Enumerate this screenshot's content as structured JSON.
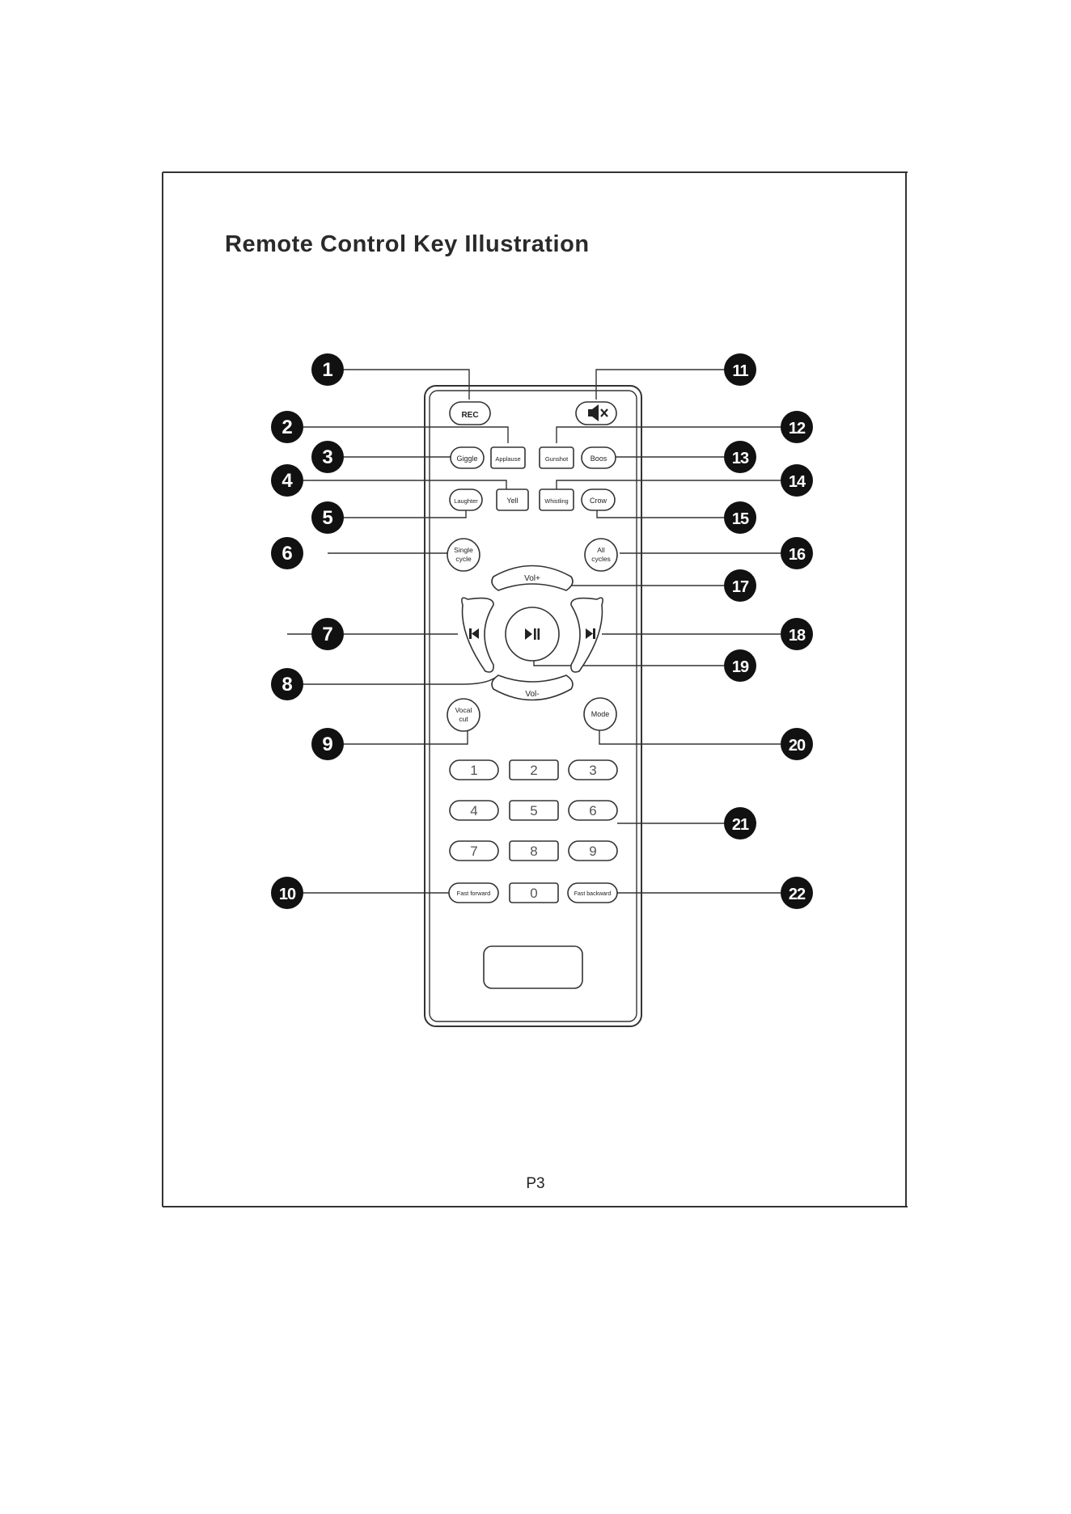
{
  "title": "Remote Control Key Illustration",
  "page_number": "P3",
  "callouts": [
    "1",
    "2",
    "3",
    "4",
    "5",
    "6",
    "7",
    "8",
    "9",
    "10",
    "11",
    "12",
    "13",
    "14",
    "15",
    "16",
    "17",
    "18",
    "19",
    "20",
    "21",
    "22"
  ],
  "keys": {
    "rec": "REC",
    "mute": "mute",
    "applause": "Applause",
    "gunshot": "Gunshot",
    "giggle": "Giggle",
    "boos": "Boos",
    "yell": "Yell",
    "whistling": "Whistling",
    "laughter": "Laughter",
    "crow": "Crow",
    "single_cycle": [
      "Single",
      "cycle"
    ],
    "all_cycles": [
      "All",
      "cycles"
    ],
    "vol_up": "Vol+",
    "vol_down": "Vol-",
    "prev": "previous",
    "next": "next",
    "play_pause": "play-pause",
    "vocal_cut": [
      "Vocal",
      "cut"
    ],
    "mode": "Mode",
    "digits": [
      "1",
      "2",
      "3",
      "4",
      "5",
      "6",
      "7",
      "8",
      "9",
      "0"
    ],
    "fast_forward": "Fast forward",
    "fast_backward": "Fast backward"
  },
  "icons": {
    "mute": "speaker-mute-icon",
    "prev": "skip-previous-icon",
    "next": "skip-next-icon",
    "play_pause": "play-pause-icon"
  }
}
